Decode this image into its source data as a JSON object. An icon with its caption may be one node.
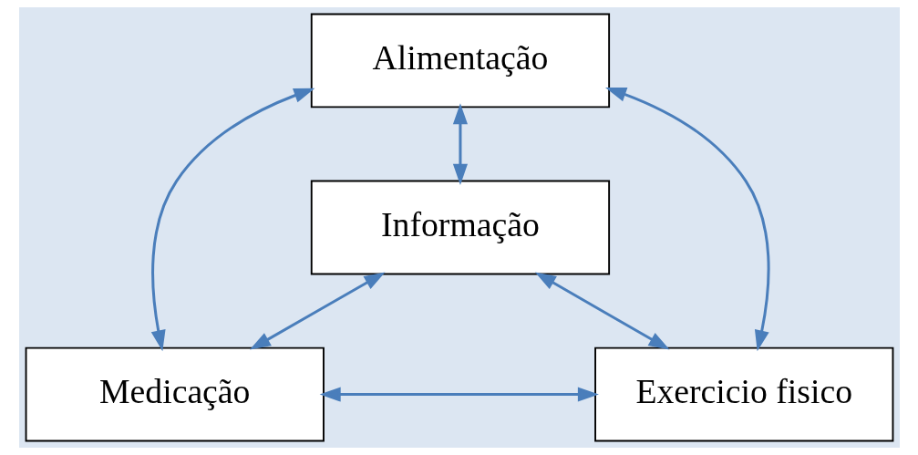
{
  "diagram": {
    "nodes": [
      {
        "text": [
          "Alimentação"
        ]
      },
      {
        "text": [
          "Informação"
        ]
      },
      {
        "text": [
          "Medicação"
        ]
      },
      {
        "text": [
          "Exercicio fisico"
        ]
      }
    ],
    "edges": [
      {
        "from": 0,
        "to": 1,
        "arrow": "both"
      },
      {
        "from": 1,
        "to": 2,
        "arrow": "both"
      },
      {
        "from": 1,
        "to": 3,
        "arrow": "both"
      },
      {
        "from": 0,
        "to": 2,
        "arrow": "both"
      },
      {
        "from": 0,
        "to": 3,
        "arrow": "both"
      },
      {
        "from": 2,
        "to": 3,
        "arrow": "both"
      }
    ]
  }
}
